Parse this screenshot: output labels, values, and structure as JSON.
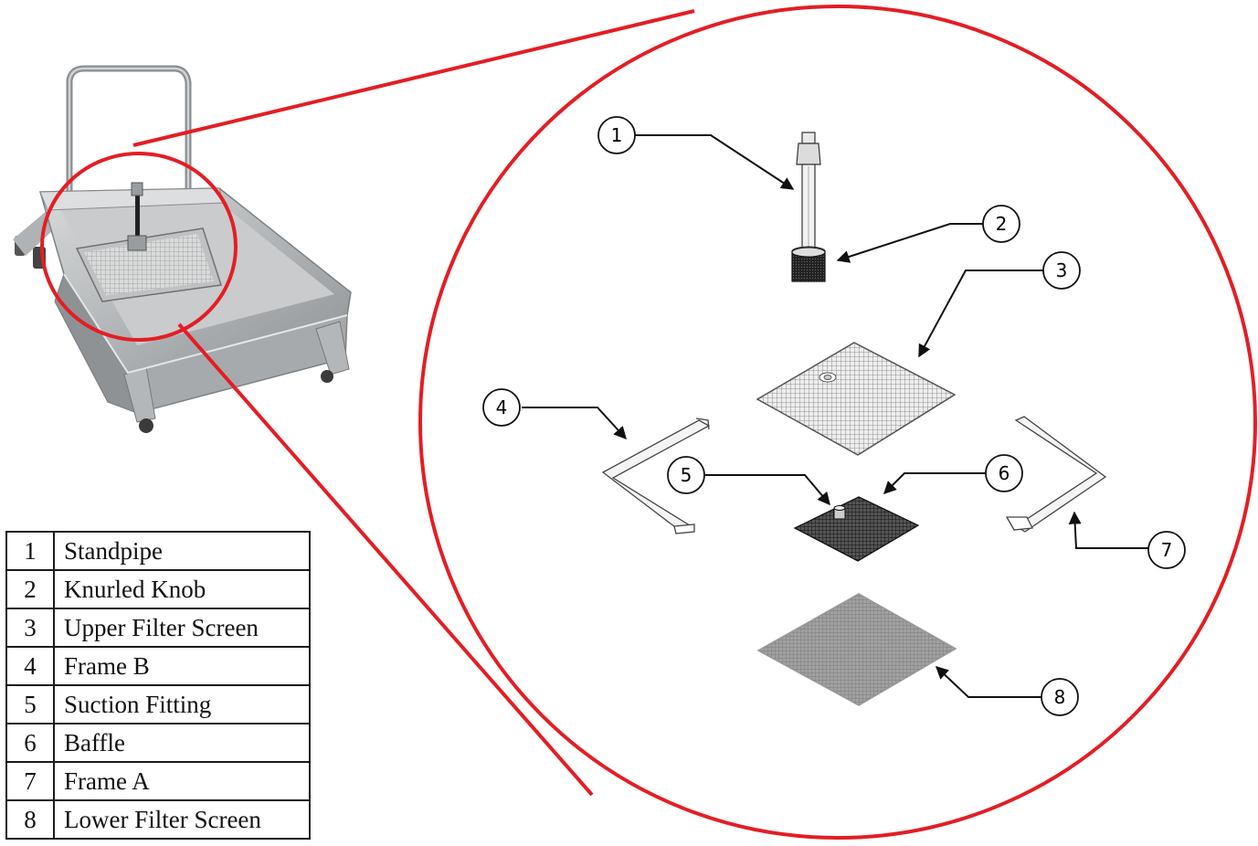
{
  "callouts": [
    "1",
    "2",
    "3",
    "4",
    "5",
    "6",
    "7",
    "8"
  ],
  "parts_table": [
    {
      "num": "1",
      "name": "Standpipe"
    },
    {
      "num": "2",
      "name": "Knurled Knob"
    },
    {
      "num": "3",
      "name": "Upper Filter Screen"
    },
    {
      "num": "4",
      "name": "Frame B"
    },
    {
      "num": "5",
      "name": "Suction Fitting"
    },
    {
      "num": "6",
      "name": "Baffle"
    },
    {
      "num": "7",
      "name": "Frame A"
    },
    {
      "num": "8",
      "name": "Lower Filter Screen"
    }
  ],
  "colors": {
    "highlight": "#e31e24",
    "line": "#111111",
    "steel": "#b9bcbe"
  }
}
